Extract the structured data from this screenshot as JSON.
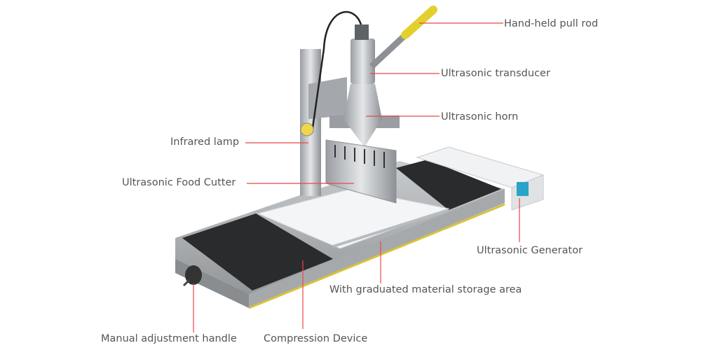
{
  "colors": {
    "leader_line": "#e84848",
    "label_text": "#555555"
  },
  "labels": {
    "pull_rod": "Hand-held pull rod",
    "transducer": "Ultrasonic transducer",
    "horn": "Ultrasonic horn",
    "infrared_lamp": "Infrared lamp",
    "food_cutter": "Ultrasonic Food Cutter",
    "generator": "Ultrasonic Generator",
    "storage_area": "With graduated material storage area",
    "manual_handle": "Manual adjustment handle",
    "compression": "Compression Device"
  }
}
